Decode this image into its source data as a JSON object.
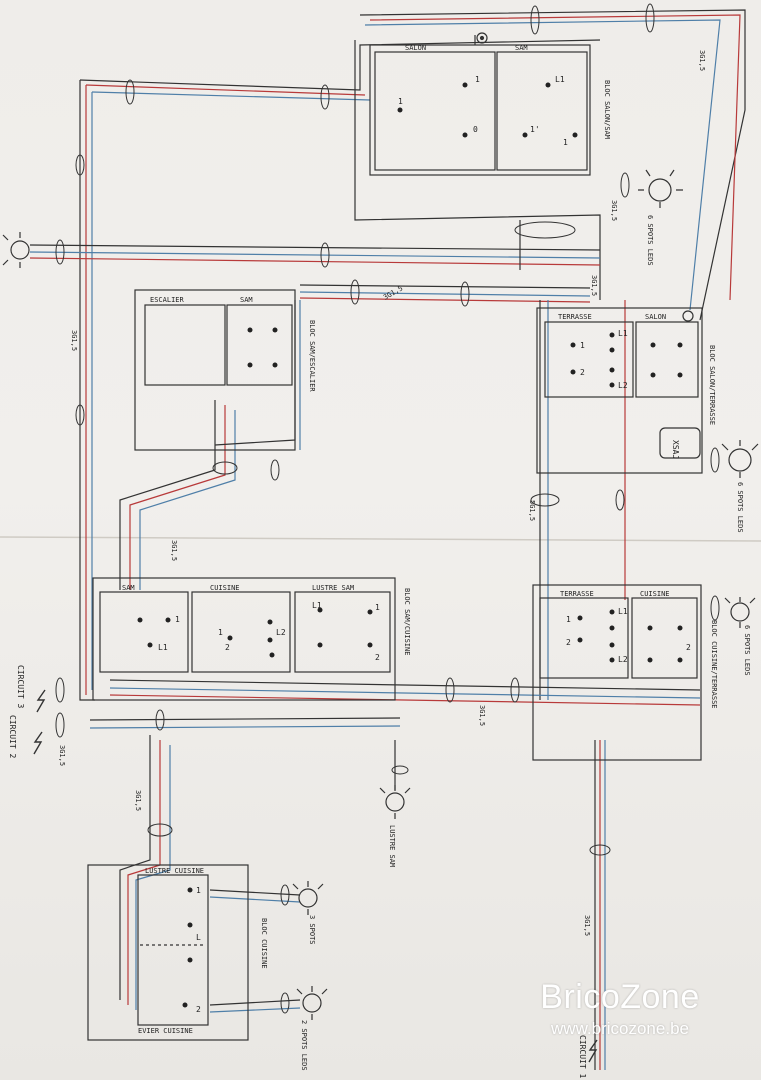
{
  "colors": {
    "wire_black": "#333333",
    "wire_red": "#b83a3a",
    "wire_blue": "#4f7fa8",
    "paper": "#f1efec"
  },
  "blocks": {
    "salon_sam": {
      "label": "BLOC SALON/SAM",
      "switch_left": "SALON",
      "switch_right": "SAM",
      "terminals": [
        "1",
        "1",
        "L1",
        "0",
        "1'",
        "1"
      ]
    },
    "escalier_sam": {
      "label": "BLOC SAM/ESCALIER",
      "switch_left": "ESCALIER",
      "switch_right": "SAM"
    },
    "terrasse_salon": {
      "label": "BLOC SALON/TERRASSE",
      "switch_left": "TERRASSE",
      "switch_right": "SALON",
      "terminals": [
        "1",
        "L1",
        "2",
        "L2"
      ],
      "relay": "XSAJ"
    },
    "sam_cuisine": {
      "label": "BLOC SAM/CUISINE",
      "switch_1": "SAM",
      "switch_2": "CUISINE",
      "switch_3": "LUSTRE SAM",
      "terminals": [
        "1",
        "L1",
        "1",
        "L2",
        "2",
        "L1",
        "1",
        "2"
      ]
    },
    "terrasse_cuisine": {
      "label": "BLOC CUISINE/TERRASSE",
      "switch_left": "TERRASSE",
      "switch_right": "CUISINE",
      "terminals": [
        "L1",
        "1",
        "L2",
        "2",
        "2"
      ]
    },
    "lustre_cuisine": {
      "label": "BLOC CUISINE",
      "switch_top": "LUSTRE CUISINE",
      "switch_bottom": "EVIER CUISINE",
      "terminals": [
        "1",
        "L",
        "2"
      ]
    }
  },
  "cables": {
    "c1": "3G1,5",
    "c2": "3G1,5",
    "c3": "3G1,5",
    "c4": "3G1,5",
    "c5": "3G1,5",
    "c6": "5G1,5",
    "c7": "3G1,5",
    "c8": "3G1,5",
    "c9": "3G1,5",
    "c10": "3G1,5",
    "c11": "3G1,5"
  },
  "lights": {
    "salon_spots": "6 SPOTS LEDS",
    "terrasse_spots": "6 SPOTS LEDS",
    "cuisine_spots": "6 SPOTS LEDS",
    "lustre_sam": "LUSTRE SAM",
    "cuisine_3": "3 SPOTS",
    "evier_spots": "2 SPOTS LEDS"
  },
  "circuits": {
    "circuit3": "CIRCUIT 3",
    "circuit2": "CIRCUIT 2",
    "circuit1": "CIRCUIT 1"
  },
  "watermark": {
    "title": "BricoZone",
    "url": "www.bricozone.be"
  }
}
